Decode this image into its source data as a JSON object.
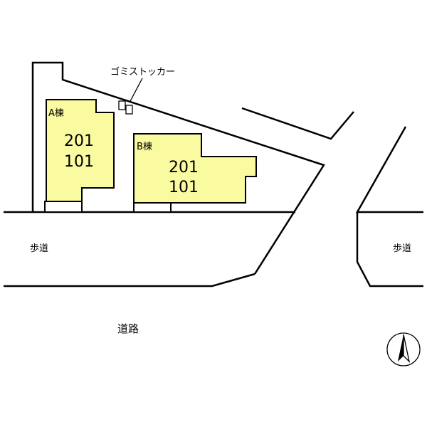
{
  "labels": {
    "garbage_stocker": "ゴミストッカー",
    "sidewalk_left": "歩道",
    "sidewalk_right": "歩道",
    "road": "道路"
  },
  "buildings": [
    {
      "name": "A棟",
      "units": [
        "201",
        "101"
      ]
    },
    {
      "name": "B棟",
      "units": [
        "201",
        "101"
      ]
    }
  ],
  "icons": {
    "north_arrow": "north-arrow-icon"
  }
}
